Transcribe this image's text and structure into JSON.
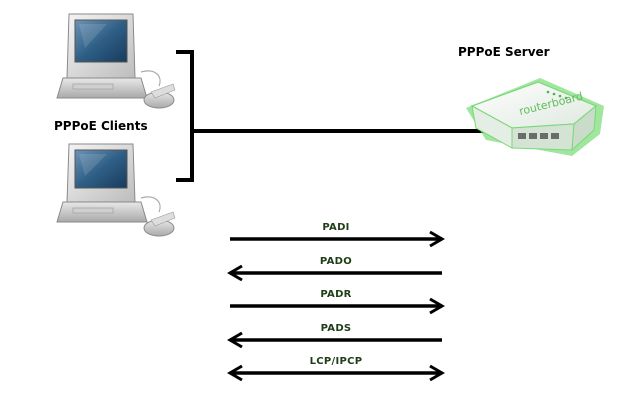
{
  "server": {
    "label": "PPPoE Server",
    "brand": "routerboard"
  },
  "clients": {
    "label": "PPPoE Clients",
    "count": 2
  },
  "messages": [
    {
      "label": "PADI",
      "direction": "right"
    },
    {
      "label": "PADO",
      "direction": "left"
    },
    {
      "label": "PADR",
      "direction": "right"
    },
    {
      "label": "PADS",
      "direction": "left"
    },
    {
      "label": "LCP/IPCP",
      "direction": "both"
    }
  ],
  "colors": {
    "message_label": "#1f3d17",
    "router_green": "#7ee07a",
    "router_body": "#eef3ee",
    "screen_blue": "#2f5f86",
    "line": "#000000"
  }
}
